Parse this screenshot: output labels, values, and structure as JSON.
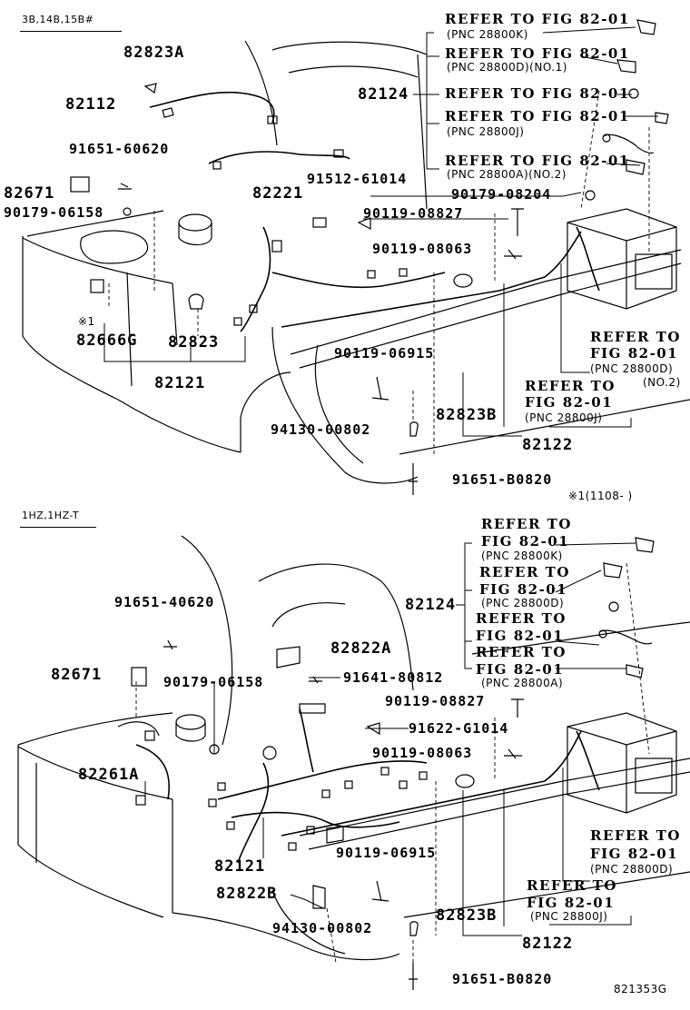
{
  "top_section": {
    "engine_label": "3B,14B,15B#",
    "parts": {
      "p82823A": "82823A",
      "p82112": "82112",
      "p82124": "82124",
      "p91651_60620": "91651-60620",
      "p82671": "82671",
      "p90179_06158": "90179-06158",
      "p82221": "82221",
      "p91512_61014": "91512-61014",
      "p90179_08204": "90179-08204",
      "p90119_08827": "90119-08827",
      "p90119_08063": "90119-08063",
      "note_mark": "※1",
      "p82666G": "82666G",
      "p82823": "82823",
      "p82121": "82121",
      "p90119_06915": "90119-06915",
      "p94130_00802": "94130-00802",
      "p82823B": "82823B",
      "p82122": "82122",
      "p91651_B0820": "91651-B0820"
    },
    "refs": [
      {
        "text": "REFER TO FIG 82-01",
        "pnc": "(PNC 28800K)"
      },
      {
        "text": "REFER TO FIG 82-01",
        "pnc": "(PNC 28800D)(NO.1)"
      },
      {
        "text": "REFER TO FIG 82-01",
        "pnc": ""
      },
      {
        "text": "REFER TO FIG 82-01",
        "pnc": "(PNC 28800J)"
      },
      {
        "text": "REFER TO FIG 82-01",
        "pnc": "(PNC 28800A)(NO.2)"
      }
    ],
    "ref_right_1": {
      "l1": "REFER TO",
      "l2": "FIG 82-01",
      "pnc": "(PNC 28800D)",
      "extra": "(NO.2)"
    },
    "ref_right_2": {
      "l1": "REFER TO",
      "l2": "FIG 82-01",
      "pnc": "(PNC 28800J)"
    },
    "footnote": "※1(1108-   )"
  },
  "bottom_section": {
    "engine_label": "1HZ,1HZ-T",
    "parts": {
      "p91651_40620": "91651-40620",
      "p82124": "82124",
      "p82822A": "82822A",
      "p82671": "82671",
      "p90179_06158": "90179-06158",
      "p91641_80812": "91641-80812",
      "p90119_08827": "90119-08827",
      "p91622_G1014": "91622-G1014",
      "p90119_08063": "90119-08063",
      "p82261A": "82261A",
      "p82121": "82121",
      "p90119_06915": "90119-06915",
      "p82822B": "82822B",
      "p94130_00802": "94130-00802",
      "p82823B": "82823B",
      "p82122": "82122",
      "p91651_B0820": "91651-B0820"
    },
    "refs": [
      {
        "l1": "REFER TO",
        "l2": "FIG 82-01",
        "pnc": "(PNC 28800K)"
      },
      {
        "l1": "REFER TO",
        "l2": "FIG 82-01",
        "pnc": "(PNC 28800D)"
      },
      {
        "l1": "REFER TO",
        "l2": "FIG 82-01",
        "pnc": ""
      },
      {
        "l1": "REFER TO",
        "l2": "FIG 82-01",
        "pnc": "(PNC 28800A)"
      }
    ],
    "ref_right_1": {
      "l1": "REFER TO",
      "l2": "FIG 82-01",
      "pnc": "(PNC 28800D)"
    },
    "ref_right_2": {
      "l1": "REFER TO",
      "l2": "FIG 82-01",
      "pnc": "(PNC 28800J)"
    }
  },
  "figure_id": "821353G"
}
